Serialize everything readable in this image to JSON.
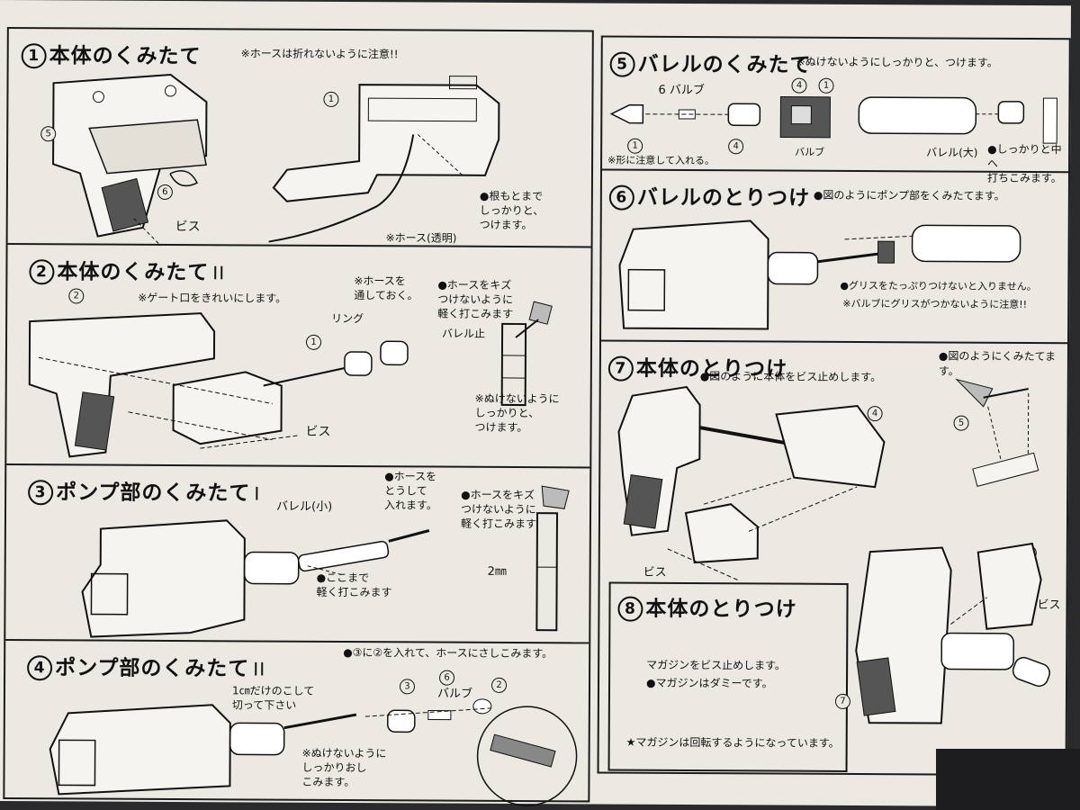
{
  "left_panel": {
    "step1": {
      "num": "1",
      "title": "本体のくみたて",
      "note": "※ホースは折れないように注意!!",
      "labels": {
        "part1": "1",
        "part5": "5",
        "part6": "6",
        "screw": "ビス",
        "root": "●根もとまで\nしっかりと、\nつけます。",
        "hose": "※ホース(透明)"
      }
    },
    "step2": {
      "num": "2",
      "title": "本体のくみたて",
      "roman": "II",
      "labels": {
        "part2": "2",
        "gate": "※ゲート口をきれいにします。",
        "hose_through": "※ホースを\n通しておく。",
        "ring": "リング",
        "part1": "1",
        "tap": "●ホースをキズ\nつけないように\n軽く打こみます",
        "stopper": "バレル止",
        "firm": "※ぬけないように\nしっかりと、\nつけます。",
        "screw": "ビス"
      }
    },
    "step3": {
      "num": "3",
      "title": "ポンプ部のくみたて",
      "roman": "I",
      "labels": {
        "barrel_small": "バレル(小)",
        "hose_insert": "●ホースを\nとうして\n入れます。",
        "tap": "●ホースをキズ\nつけないように\n軽く打こみます",
        "mm": "2㎜",
        "here": "●ここまで\n軽く打こみます"
      }
    },
    "step4": {
      "num": "4",
      "title": "ポンプ部のくみたて",
      "roman": "II",
      "note": "●③に②を入れて、ホースにさしこみます。",
      "labels": {
        "cut": "1㎝だけのこして\n切って下さい",
        "p3": "3",
        "p6": "6",
        "p2": "2",
        "valve": "バルブ",
        "press": "※ぬけないように\nしっかりおし\nこみます。"
      }
    }
  },
  "right_panel": {
    "step5": {
      "num": "5",
      "title": "バレルのくみたて",
      "note": "※ぬけないようにしっかりと、つけます。",
      "labels": {
        "valve6": "6 バルブ",
        "p1": "1",
        "p4": "4",
        "p4b": "4",
        "p1b": "1",
        "shape": "※形に注意して入れる。",
        "valve": "バルブ",
        "barrel_big": "バレル(大)",
        "hammer": "●しっかりと中へ\n打ちこみます。"
      }
    },
    "step6": {
      "num": "6",
      "title": "バレルのとりつけ",
      "note": "●図のようにポンプ部をくみたてます。",
      "labels": {
        "grease": "●グリスをたっぷりつけないと入りません。",
        "no_grease": "※バルブにグリスがつかないように注意!!"
      }
    },
    "step7": {
      "num": "7",
      "title": "本体のとりつけ",
      "note": "●図のように本体をビス止めします。",
      "note2": "●図のようにくみたてます。",
      "labels": {
        "p4": "4",
        "p3": "3",
        "p5": "5",
        "screw": "ビス"
      }
    },
    "step8": {
      "num": "8",
      "title": "本体のとりつけ",
      "labels": {
        "fix": "マガジンをビス止めします。",
        "dummy": "●マガジンはダミーです。",
        "p7a": "7",
        "p7b": "7",
        "screw": "ビス",
        "rotate": "★マガジンは回転するようになっています。"
      }
    }
  },
  "colors": {
    "paper": "#ece9e2",
    "ink": "#111111",
    "background": "#2a2a2c"
  }
}
